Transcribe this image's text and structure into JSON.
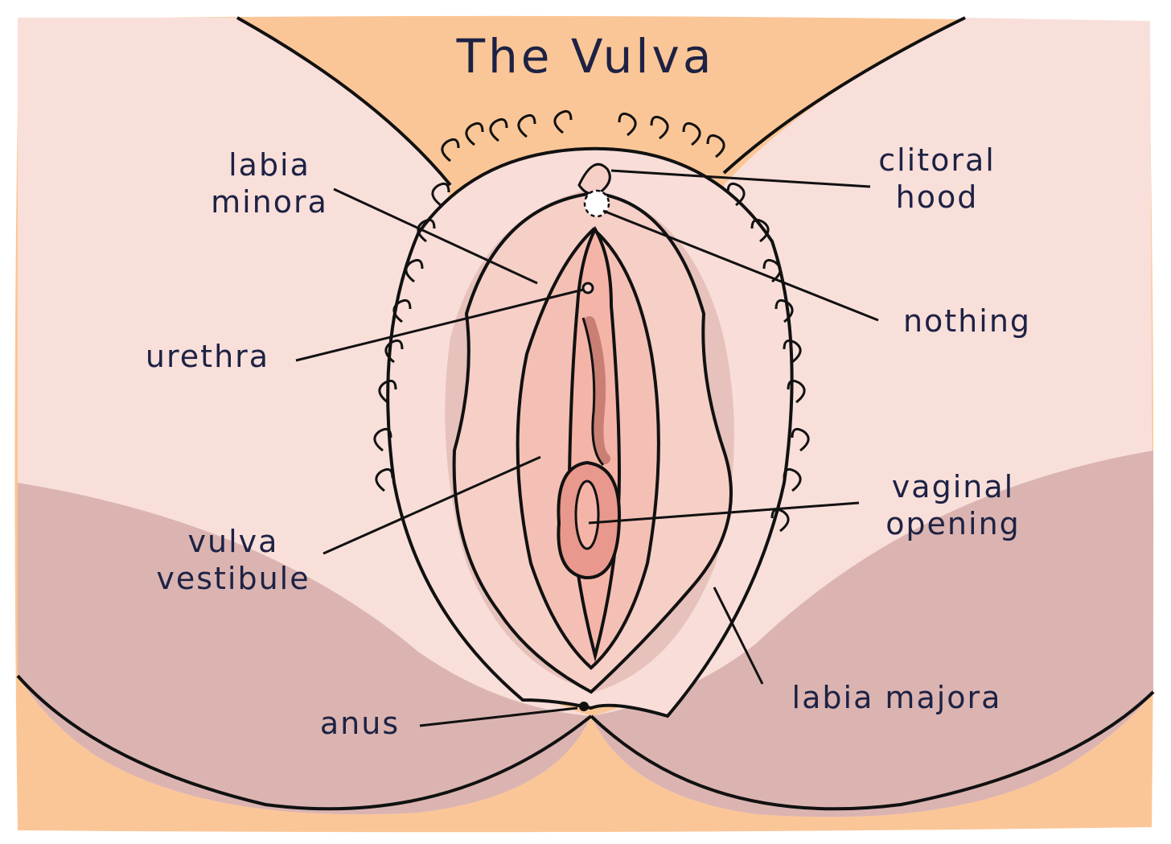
{
  "title": "The Vulva",
  "labels": {
    "labia_minora": [
      "labia",
      "minora"
    ],
    "clitoral_hood": [
      "clitoral",
      "hood"
    ],
    "nothing": "nothing",
    "urethra": "urethra",
    "vaginal_opening": [
      "vaginal",
      "opening"
    ],
    "vulva_vestibule": [
      "vulva",
      "vestibule"
    ],
    "labia_majora": "labia majora",
    "anus": "anus"
  },
  "colors": {
    "ink": "#1d2244",
    "outline": "#111111",
    "skin_back": "#fbc697",
    "thigh_light": "#f9dfda",
    "thigh_shadow": "#dbb4b1",
    "labia_majora": "#f8ddd8",
    "labia_minora": "#f6cfc7",
    "vestibule": "#f4b5a8",
    "inner_shadow": "#e39a90"
  }
}
